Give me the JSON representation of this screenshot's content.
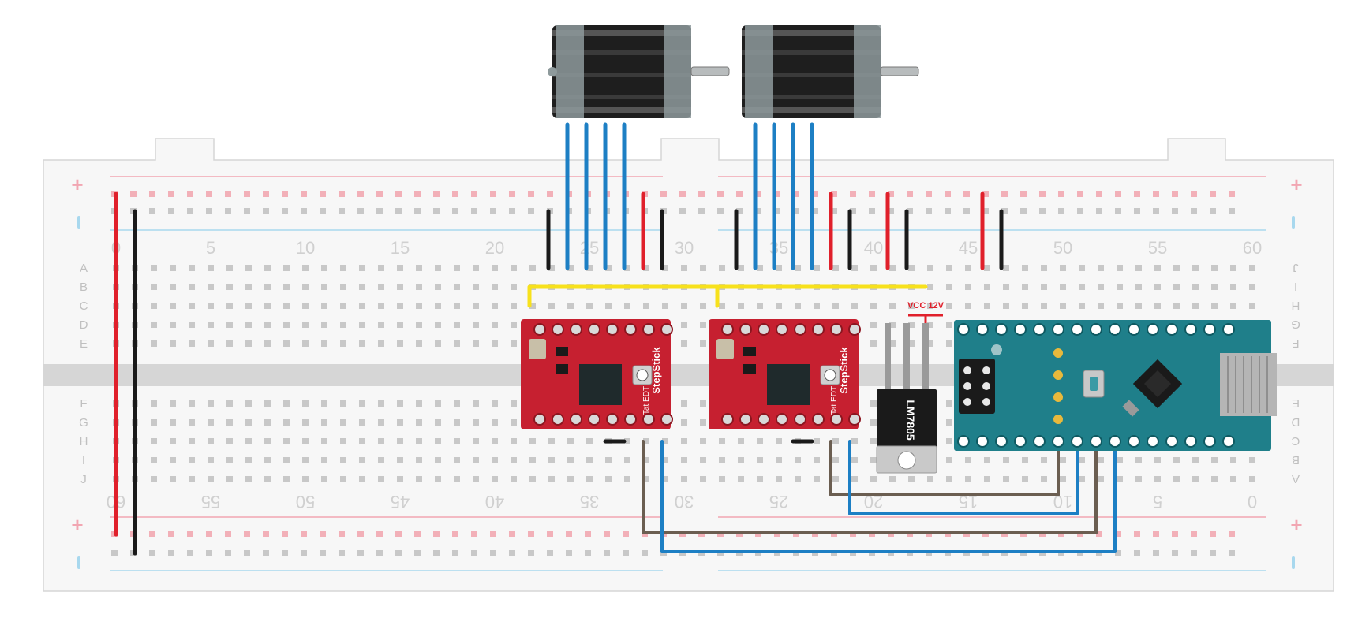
{
  "breadboard": {
    "column_numbers_top": [
      "0",
      "5",
      "10",
      "15",
      "20",
      "25",
      "30",
      "35",
      "40",
      "45",
      "50",
      "55",
      "60"
    ],
    "column_numbers_bottom": [
      "60",
      "55",
      "50",
      "45",
      "40",
      "35",
      "30",
      "25",
      "20",
      "15",
      "10",
      "5",
      "0"
    ],
    "row_letters_left_top": [
      "A",
      "B",
      "C",
      "D",
      "E"
    ],
    "row_letters_left_bottom": [
      "F",
      "G",
      "H",
      "I",
      "J"
    ],
    "row_letters_right_top": [
      "J",
      "I",
      "H",
      "G",
      "F"
    ],
    "row_letters_right_bottom": [
      "E",
      "D",
      "C",
      "B",
      "A"
    ],
    "rail_plus": "+",
    "rail_minus": "−"
  },
  "components": {
    "driver_label": "StepStick",
    "driver_sublabel": "Tat EDT",
    "regulator_label": "LM7805",
    "vcc_label": "VCC 12V"
  },
  "colors": {
    "board": "#f7f7f7",
    "hole": "#c8c8c8",
    "rail_red": "#f2a6b2",
    "rail_blue": "#a8d8ee",
    "wire_red": "#e0202b",
    "wire_black": "#1a1a1a",
    "wire_blue": "#1d7fc4",
    "wire_yellow": "#f7e11c",
    "wire_brown": "#6b5e51",
    "driver_pcb": "#c62030",
    "arduino_pcb": "#1f7f8a"
  }
}
